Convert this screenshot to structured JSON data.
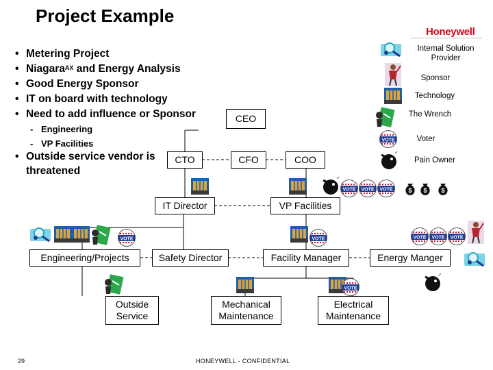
{
  "title": "Project Example",
  "logo": "Honeywell",
  "bullets": [
    {
      "text": "Metering Project"
    },
    {
      "text": "Niagara",
      "sup": "AX",
      "rest": " and Energy Analysis"
    },
    {
      "text": "Good Energy Sponsor"
    },
    {
      "text": "IT on board with technology"
    },
    {
      "text": "Need to add influence or Sponsor"
    }
  ],
  "sub_bullets": [
    "Engineering",
    "VP Facilities"
  ],
  "outside_bullet": "Outside service vendor is threatened",
  "legend": {
    "internal_solution_provider": "Internal Solution Provider",
    "sponsor": "Sponsor",
    "technology": "Technology",
    "the_wrench": "The Wrench",
    "voter": "Voter",
    "pain_owner": "Pain Owner"
  },
  "org": {
    "ceo": "CEO",
    "cto": "CTO",
    "cfo": "CFO",
    "coo": "COO",
    "it_director": "IT Director",
    "vp_facilities": "VP Facilities",
    "engineering_projects": "Engineering/Projects",
    "safety_director": "Safety Director",
    "facility_manager": "Facility Manager",
    "energy_manger": "Energy Manger",
    "outside_service": "Outside Service",
    "mechanical_maintenance": "Mechanical Maintenance",
    "electrical_maintenance": "Electrical Maintenance"
  },
  "icons": {
    "vote_text": "VOTE",
    "dollar_text": "$"
  },
  "colors": {
    "logo_red": "#d0021b",
    "vote_red": "#c8102e",
    "vote_blue": "#1f3a93",
    "teal": "#1aa9c4"
  },
  "footer": {
    "page_number": "29",
    "confidential": "HONEYWELL - CONFIDENTIAL"
  }
}
